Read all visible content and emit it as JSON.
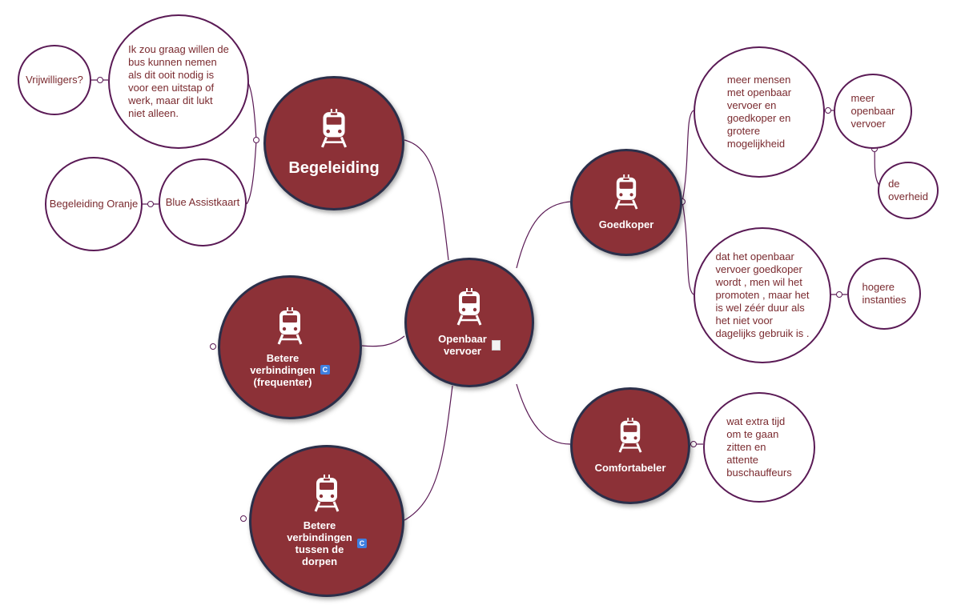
{
  "colors": {
    "main_fill": "#8c3137",
    "main_border": "#2b2f4a",
    "leaf_border": "#5a1a55",
    "leaf_text": "#7a2a2f",
    "link": "#5a1a55"
  },
  "nodes": {
    "center": {
      "label": "Openbaar\nvervoer",
      "icon": "train-icon",
      "attachment": "document-icon"
    },
    "begeleiding": {
      "label": "Begeleiding",
      "icon": "train-icon"
    },
    "goedkoper": {
      "label": "Goedkoper",
      "icon": "train-icon"
    },
    "betere_frequenter": {
      "label": "Betere\nverbindingen\n(frequenter)",
      "icon": "train-icon",
      "badge": "C"
    },
    "betere_dorpen": {
      "label": "Betere\nverbindingen\ntussen de\ndorpen",
      "icon": "train-icon",
      "badge": "C"
    },
    "comfortabeler": {
      "label": "Comfortabeler",
      "icon": "train-icon"
    },
    "ik_zou": {
      "label": "Ik zou graag willen de\nbus kunnen nemen\nals dit ooit nodig is\nvoor een uitstap of\nwerk, maar dit lukt\nniet alleen."
    },
    "vrijwilligers": {
      "label": "Vrijwilligers?"
    },
    "blue_assist": {
      "label": "Blue Assistkaart"
    },
    "begeleiding_oranje": {
      "label": "Begeleiding Oranje"
    },
    "meer_mensen": {
      "label": "meer  mensen\nmet openbaar\nvervoer en\ngoedkoper en\ngrotere\nmogelijkheid"
    },
    "meer_openbaar": {
      "label": "meer\nopenbaar\nvervoer"
    },
    "de_overheid": {
      "label": "de\noverheid"
    },
    "dat_het": {
      "label": "dat het openbaar\nvervoer goedkoper\nwordt  , men wil het\npromoten , maar het\nis wel zéér duur als\nhet niet voor\ndagelijks gebruik is ."
    },
    "hogere": {
      "label": "hogere\ninstanties"
    },
    "wat_extra": {
      "label": "wat extra tijd\nom te gaan\nzitten en\nattente\nbuschauffeurs"
    }
  }
}
